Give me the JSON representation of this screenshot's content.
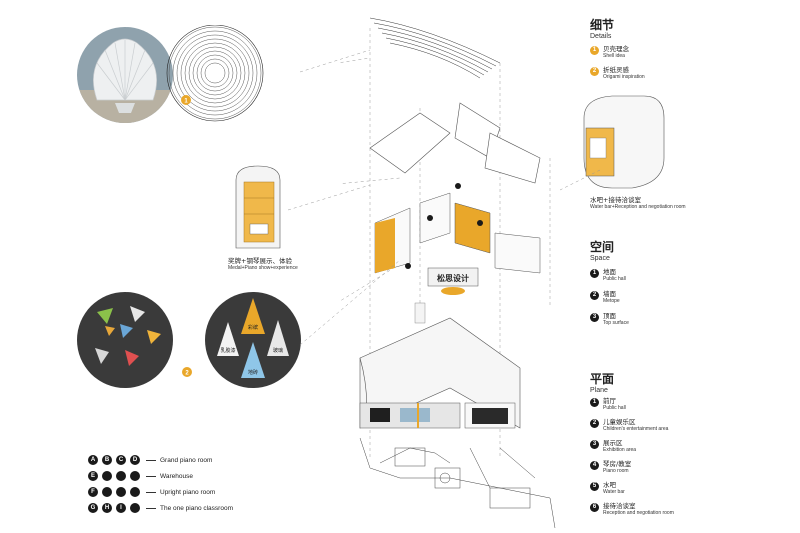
{
  "sections": {
    "details": {
      "title": "细节",
      "subtitle": "Details",
      "items": [
        {
          "num": "1",
          "cn": "贝壳理念",
          "en": "Shell idea"
        },
        {
          "num": "2",
          "cn": "折纸灵感",
          "en": "Origami inspiration"
        }
      ]
    },
    "space": {
      "title": "空间",
      "subtitle": "Space",
      "items": [
        {
          "num": "1",
          "cn": "地面",
          "en": "Public hall"
        },
        {
          "num": "2",
          "cn": "墙面",
          "en": "Metope"
        },
        {
          "num": "3",
          "cn": "顶面",
          "en": "Top surface"
        }
      ]
    },
    "plane": {
      "title": "平面",
      "subtitle": "Plane",
      "items": [
        {
          "num": "1",
          "cn": "前厅",
          "en": "Public hall"
        },
        {
          "num": "2",
          "cn": "儿童娱乐区",
          "en": "Children's entertainment area"
        },
        {
          "num": "3",
          "cn": "展示区",
          "en": "Exhibition area"
        },
        {
          "num": "4",
          "cn": "琴房/教室",
          "en": "Piano room"
        },
        {
          "num": "5",
          "cn": "水吧",
          "en": "Water bar"
        },
        {
          "num": "6",
          "cn": "接待洽谈室",
          "en": "Reception and negotiation room"
        }
      ]
    }
  },
  "callouts": {
    "shell_marker": "1",
    "origami_marker": "2",
    "medal": {
      "cn": "奖牌+钢琴展示、体验",
      "en": "Medal+Piano show+experience"
    },
    "water_bar": {
      "cn": "水吧+接待洽谈室",
      "en": "Water bar+Reception and negotiation room"
    },
    "signage": "松思设计",
    "origami_tri_labels": [
      "彩缤",
      "乳胶漆",
      "玻璃",
      "地砖"
    ]
  },
  "legend": [
    {
      "letters": [
        "A",
        "B",
        "C",
        "D"
      ],
      "text": "Grand piano room"
    },
    {
      "letters": [
        "E"
      ],
      "text": "Warehouse"
    },
    {
      "letters": [
        "F"
      ],
      "text": "Upright piano room"
    },
    {
      "letters": [
        "G",
        "H",
        "I"
      ],
      "text": "The one piano classroom"
    }
  ],
  "colors": {
    "accent": "#e9a72a",
    "dark_disc": "#3a3a3a",
    "line": "#555555"
  }
}
